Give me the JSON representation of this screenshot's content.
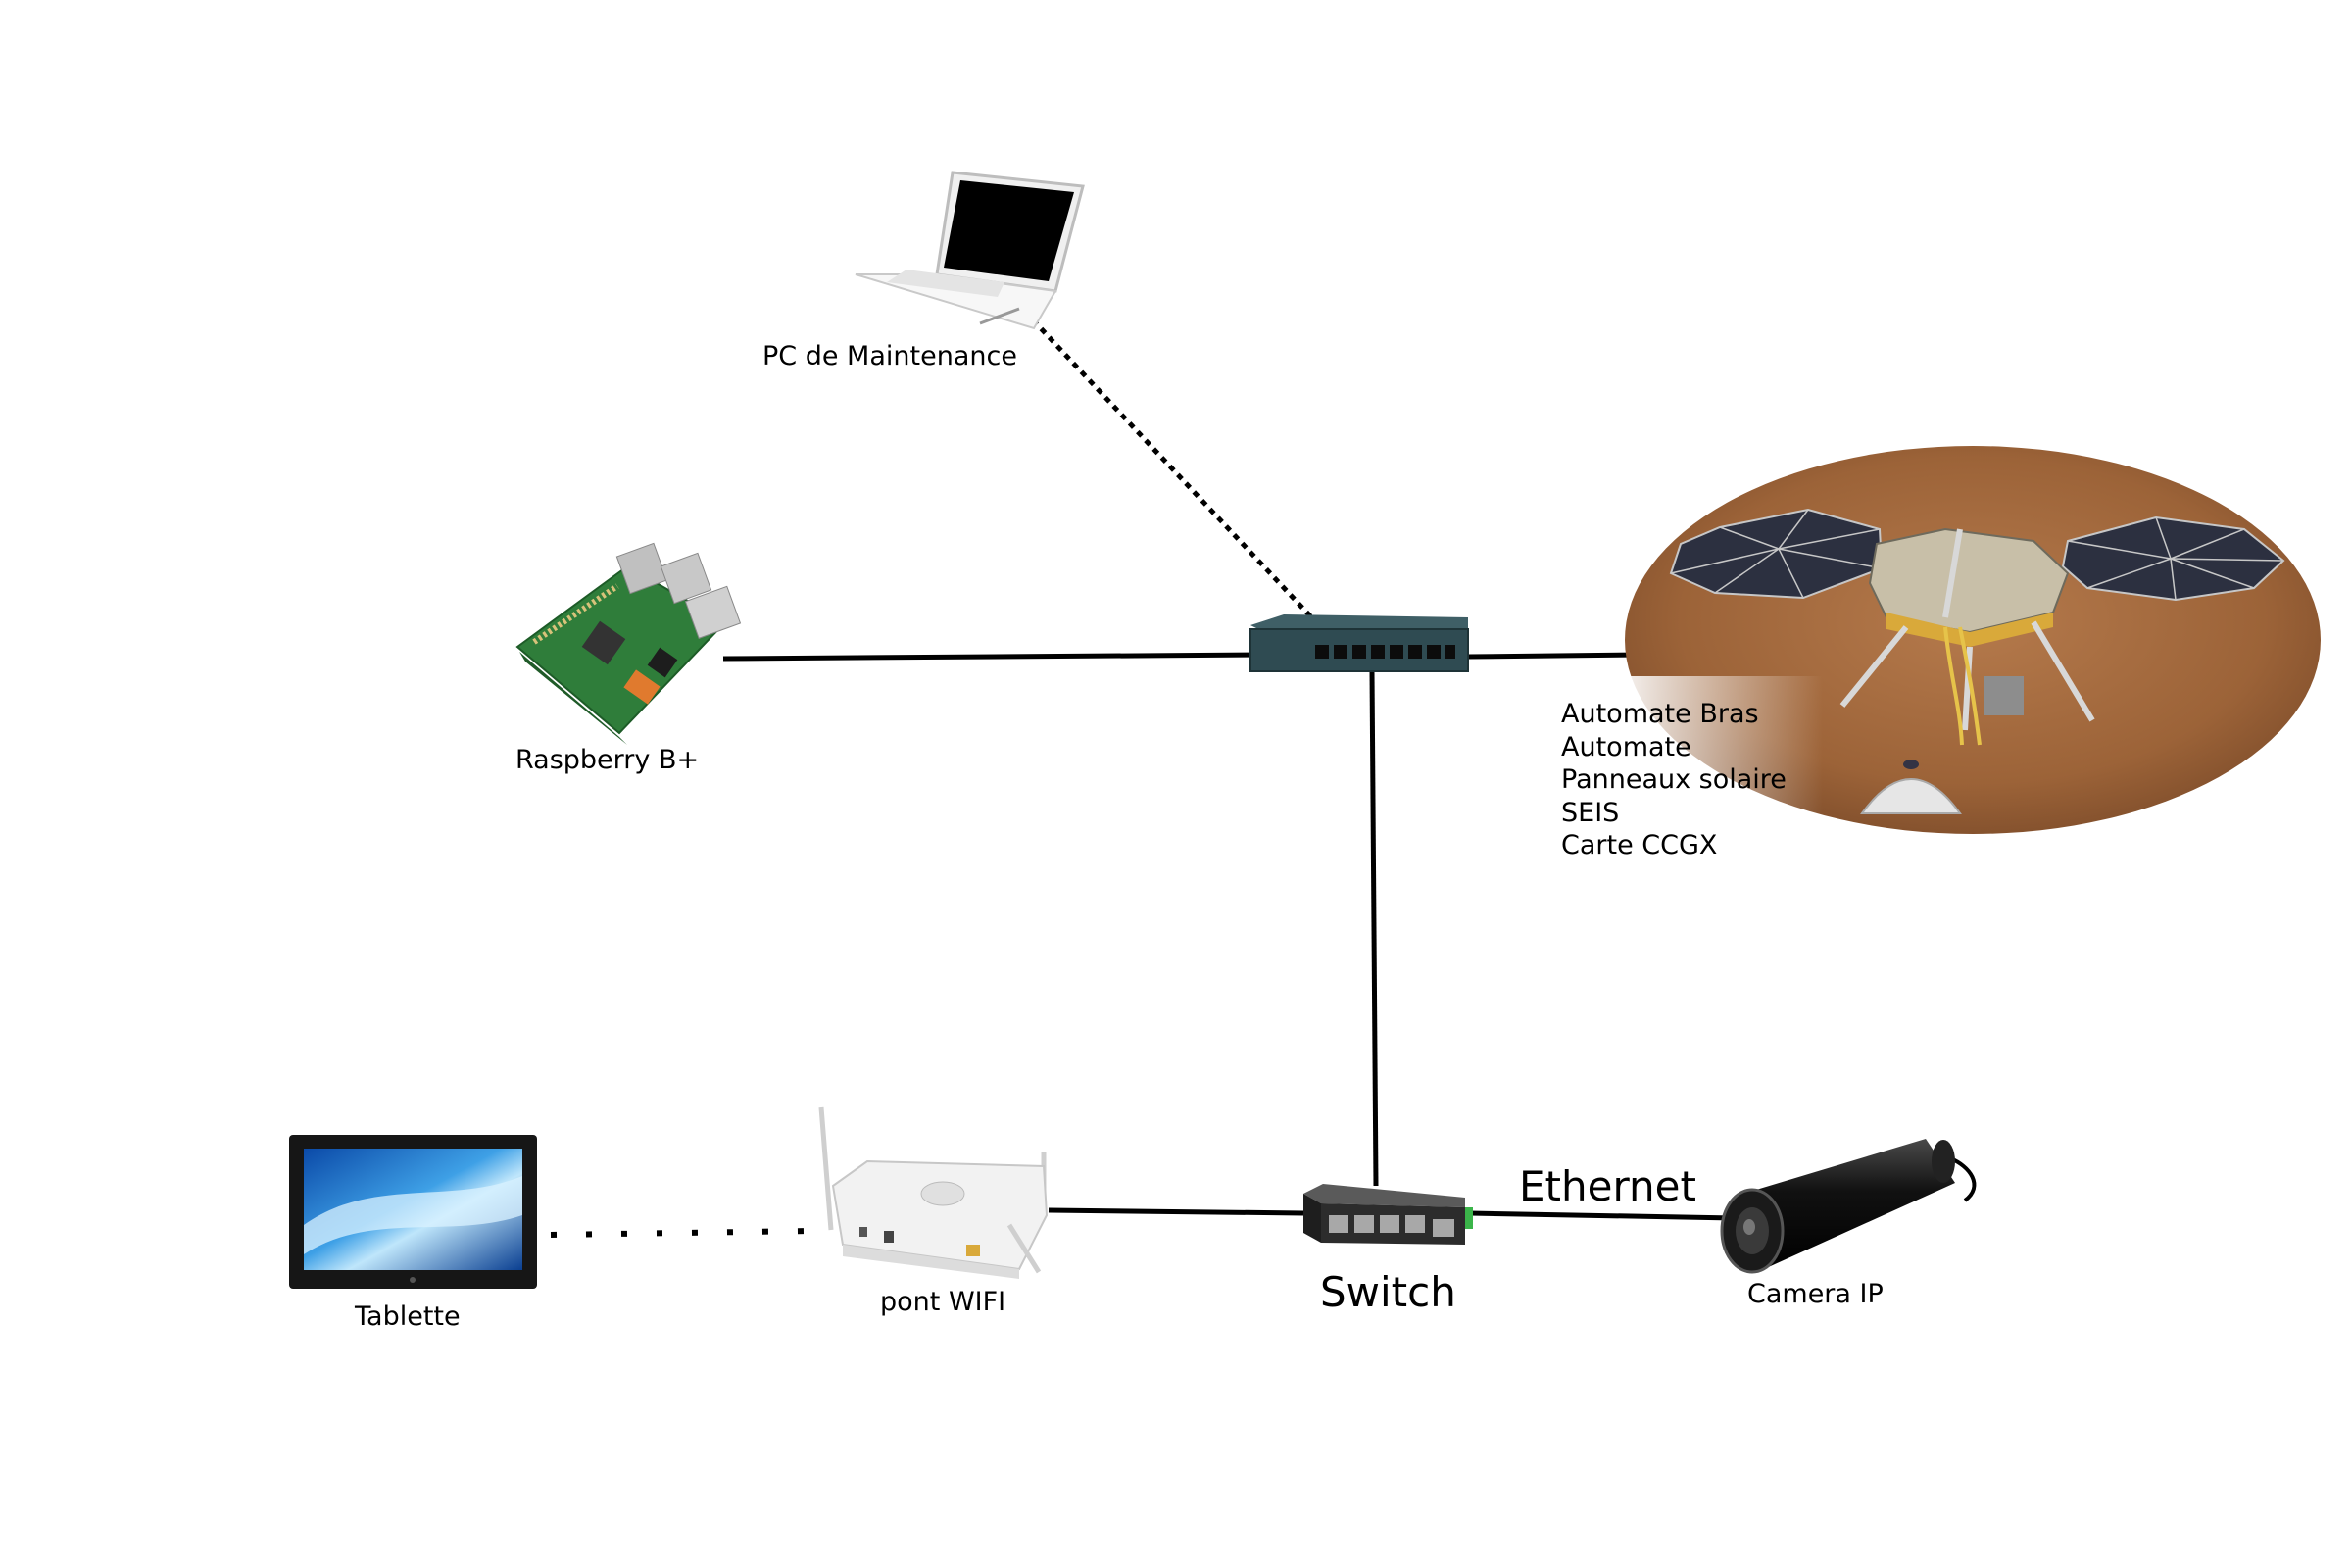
{
  "nodes": {
    "pc": {
      "label": "PC de Maintenance",
      "icon": "laptop-icon"
    },
    "raspberry": {
      "label": "Raspberry B+",
      "icon": "raspberry-pi-board-icon"
    },
    "mars_lander": {
      "icon": "mars-lander-icon",
      "items": [
        "Automate Bras",
        "Automate",
        "Panneaux solaire",
        "SEIS",
        "Carte CCGX"
      ]
    },
    "main_switch": {
      "icon": "network-switch-icon"
    },
    "switch": {
      "label": "Switch",
      "icon": "ethernet-switch-icon"
    },
    "tablet": {
      "label": "Tablette",
      "icon": "tablet-icon"
    },
    "wifi": {
      "label": "pont WIFI",
      "icon": "wifi-access-point-icon"
    },
    "camera": {
      "label": "Camera IP",
      "icon": "ip-camera-icon"
    }
  },
  "links": {
    "ethernet_label": "Ethernet"
  },
  "colors": {
    "line": "#000000",
    "switch_body": "#2f4b52",
    "mars_soil": "#a0673d",
    "solar_panel": "#2c3040"
  }
}
